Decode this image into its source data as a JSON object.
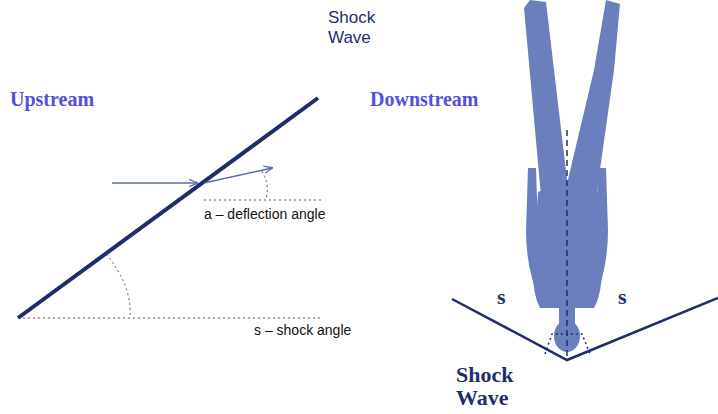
{
  "diagram": {
    "labels": [
      "Shock Wave",
      "Upstream",
      "Downstream",
      "a – deflection angle",
      "s – shock angle",
      "s",
      "s",
      "Shock Wave"
    ]
  }
}
